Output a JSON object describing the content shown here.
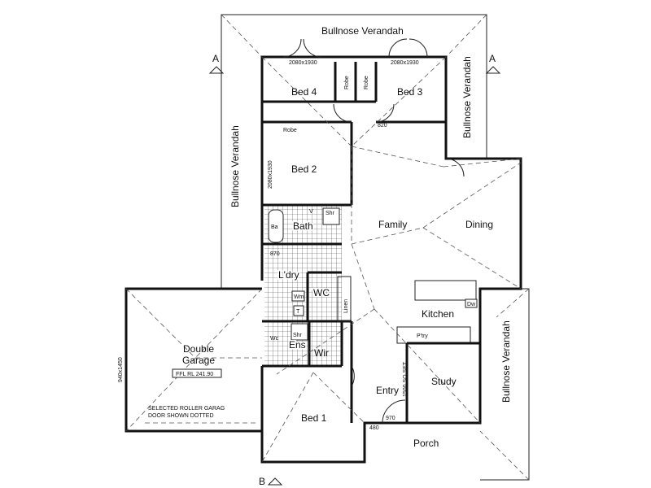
{
  "plan": {
    "section_markers": {
      "a_left": "A",
      "a_right": "A",
      "b_bottom": "B"
    },
    "verandah_top": "Bullnose Verandah",
    "verandah_left": "Bullnose Verandah",
    "verandah_right_top": "Bullnose Verandah",
    "verandah_right_bottom": "Bullnose Verandah",
    "window_bed4": "2080x1930",
    "window_bed3": "2080x1930",
    "window_bed2": "2080x1930",
    "window_garage": "940x1450",
    "bed4": "Bed 4",
    "bed3": "Bed 3",
    "robe_a": "Robe",
    "robe_b": "Robe",
    "robe_bed2": "Robe",
    "door_bed3": "820",
    "bed2": "Bed 2",
    "bath": "Bath",
    "bath_tub": "Ba",
    "bath_shower": "Shr",
    "bath_vanity": "V",
    "laundry_door": "870",
    "laundry": "L'dry",
    "washing_machine": "Wm",
    "laundry_trough": "T",
    "wc": "WC",
    "linen": "Linen",
    "ensuite": "Ens",
    "ensuite_shower": "Shr",
    "ensuite_wc": "Wc",
    "wir": "Wir",
    "family": "Family",
    "dining": "Dining",
    "kitchen": "Kitchen",
    "dishwasher": "Dw",
    "pantry": "P'try",
    "study": "Study",
    "entry": "Entry",
    "sq_set": "1500 SQ SET",
    "entry_door": "970",
    "porch_dim": "480",
    "porch": "Porch",
    "bed1": "Bed 1",
    "garage_line1": "Double",
    "garage_line2": "Garage",
    "ffl": "FFL RL 241.90",
    "garage_note_line1": "SELECTED ROLLER GARAG",
    "garage_note_line2": "DOOR SHOWN DOTTED"
  }
}
